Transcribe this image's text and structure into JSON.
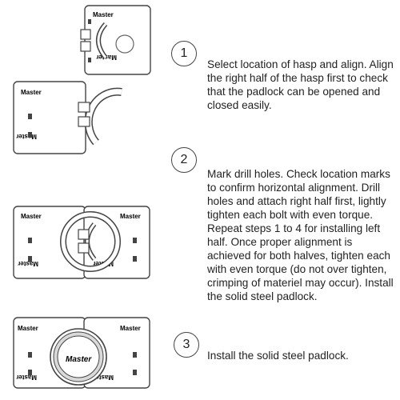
{
  "brand_label": "Master",
  "brand_label_inverted": "Master",
  "steps": [
    {
      "number": "1",
      "text": "Select location of hasp and align. Align the right half of the hasp first to check that the padlock can be opened and closed easily."
    },
    {
      "number": "2",
      "text": "Mark drill holes. Check location marks to confirm horizontal alignment. Drill holes and attach right half first, lightly tighten each bolt with even torque. Repeat steps 1 to 4 for installing left half. Once proper alignment is achieved for both halves, tighten each with even torque (do not over tighten, crimping of materiel may occur). Install the solid steel padlock."
    },
    {
      "number": "3",
      "text": "Install the solid steel padlock."
    }
  ],
  "colors": {
    "line": "#444444",
    "plate": "#ffffff",
    "shade": "#d9d9d9",
    "text": "#222222"
  }
}
